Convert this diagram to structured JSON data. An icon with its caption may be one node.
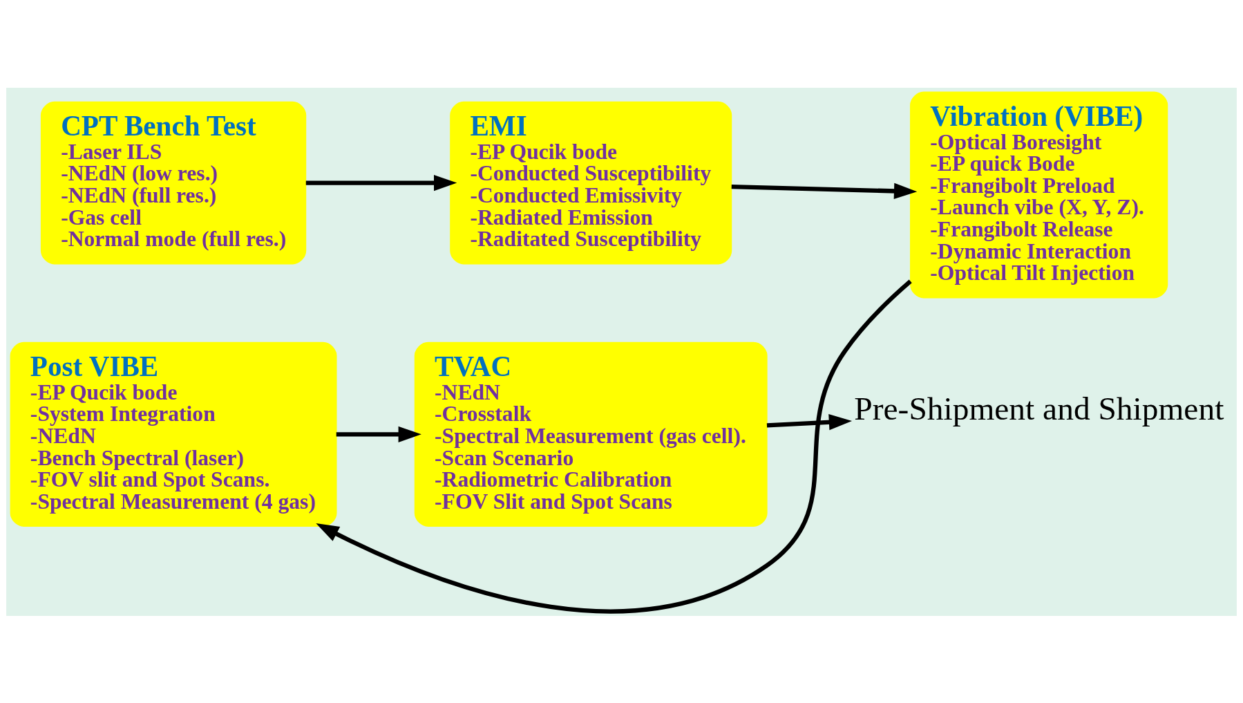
{
  "diagram": {
    "nodes": [
      {
        "text": [
          "CPT Bench Test",
          "-Laser ILS",
          "-NEdN (low res.)",
          "-NEdN (full res.)",
          "-Gas cell",
          "-Normal mode (full res.)"
        ]
      },
      {
        "text": [
          "EMI",
          "-EP Qucik bode",
          "-Conducted Susceptibility",
          "-Conducted Emissivity",
          "-Radiated Emission",
          "-Raditated Susceptibility"
        ]
      },
      {
        "text": [
          "Vibration (VIBE)",
          "-Optical Boresight",
          "-EP quick Bode",
          "-Frangibolt Preload",
          "-Launch vibe (X, Y, Z).",
          "-Frangibolt Release",
          "-Dynamic Interaction",
          "-Optical Tilt Injection"
        ]
      },
      {
        "text": [
          "Post VIBE",
          "-EP Qucik bode",
          "-System Integration",
          "-NEdN",
          "-Bench Spectral (laser)",
          "-FOV slit and Spot Scans.",
          "-Spectral Measurement (4 gas)"
        ]
      },
      {
        "text": [
          "TVAC",
          "-NEdN",
          "-Crosstalk",
          "-Spectral Measurement (gas cell).",
          "-Scan Scenario",
          "-Radiometric Calibration",
          "-FOV Slit and Spot Scans"
        ]
      },
      {
        "text": [
          "Pre-Shipment and Shipment"
        ]
      }
    ],
    "edges": [
      {
        "from": 0,
        "to": 1,
        "arrow": "to"
      },
      {
        "from": 1,
        "to": 2,
        "arrow": "to"
      },
      {
        "from": 2,
        "to": 3,
        "arrow": "to"
      },
      {
        "from": 3,
        "to": 4,
        "arrow": "to"
      },
      {
        "from": 4,
        "to": 5,
        "arrow": "to"
      }
    ]
  }
}
